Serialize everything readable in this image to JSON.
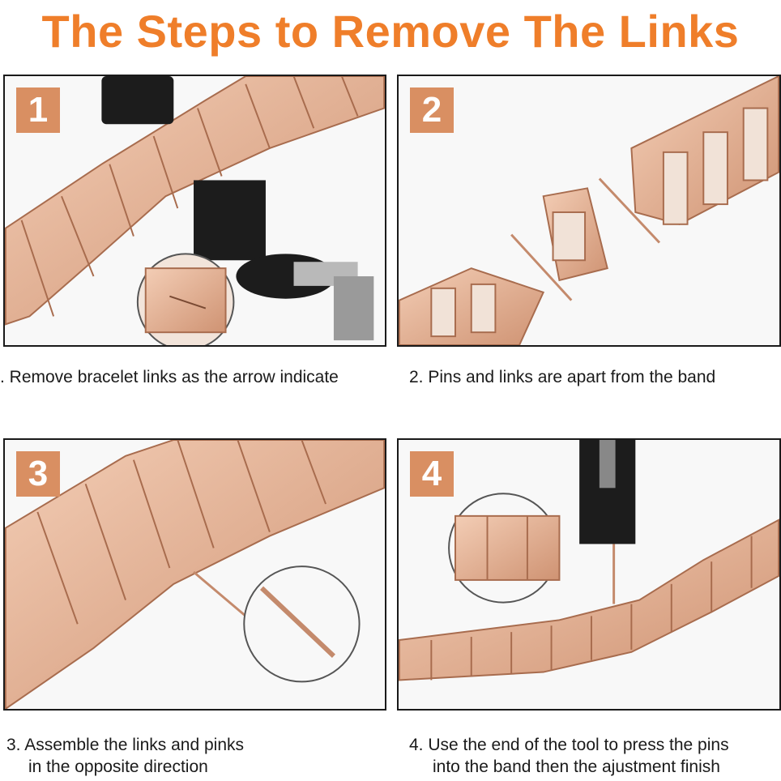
{
  "title": "The Steps to Remove The Links",
  "colors": {
    "accent": "#ef7e2a",
    "badge": "#d98f62",
    "metal": "#e6b699",
    "metal_dark": "#b27a5c",
    "tool": "#1c1c1c"
  },
  "panels": [
    {
      "number": "1",
      "caption": ". Remove bracelet links as the arrow indicate"
    },
    {
      "number": "2",
      "caption": "2. Pins and links are apart from the band"
    },
    {
      "number": "3",
      "caption_line1": "3. Assemble the links and pinks",
      "caption_line2": "in the opposite direction"
    },
    {
      "number": "4",
      "caption_line1": "4. Use the end of the tool to press the pins",
      "caption_line2": "into the band then the ajustment finish"
    }
  ]
}
